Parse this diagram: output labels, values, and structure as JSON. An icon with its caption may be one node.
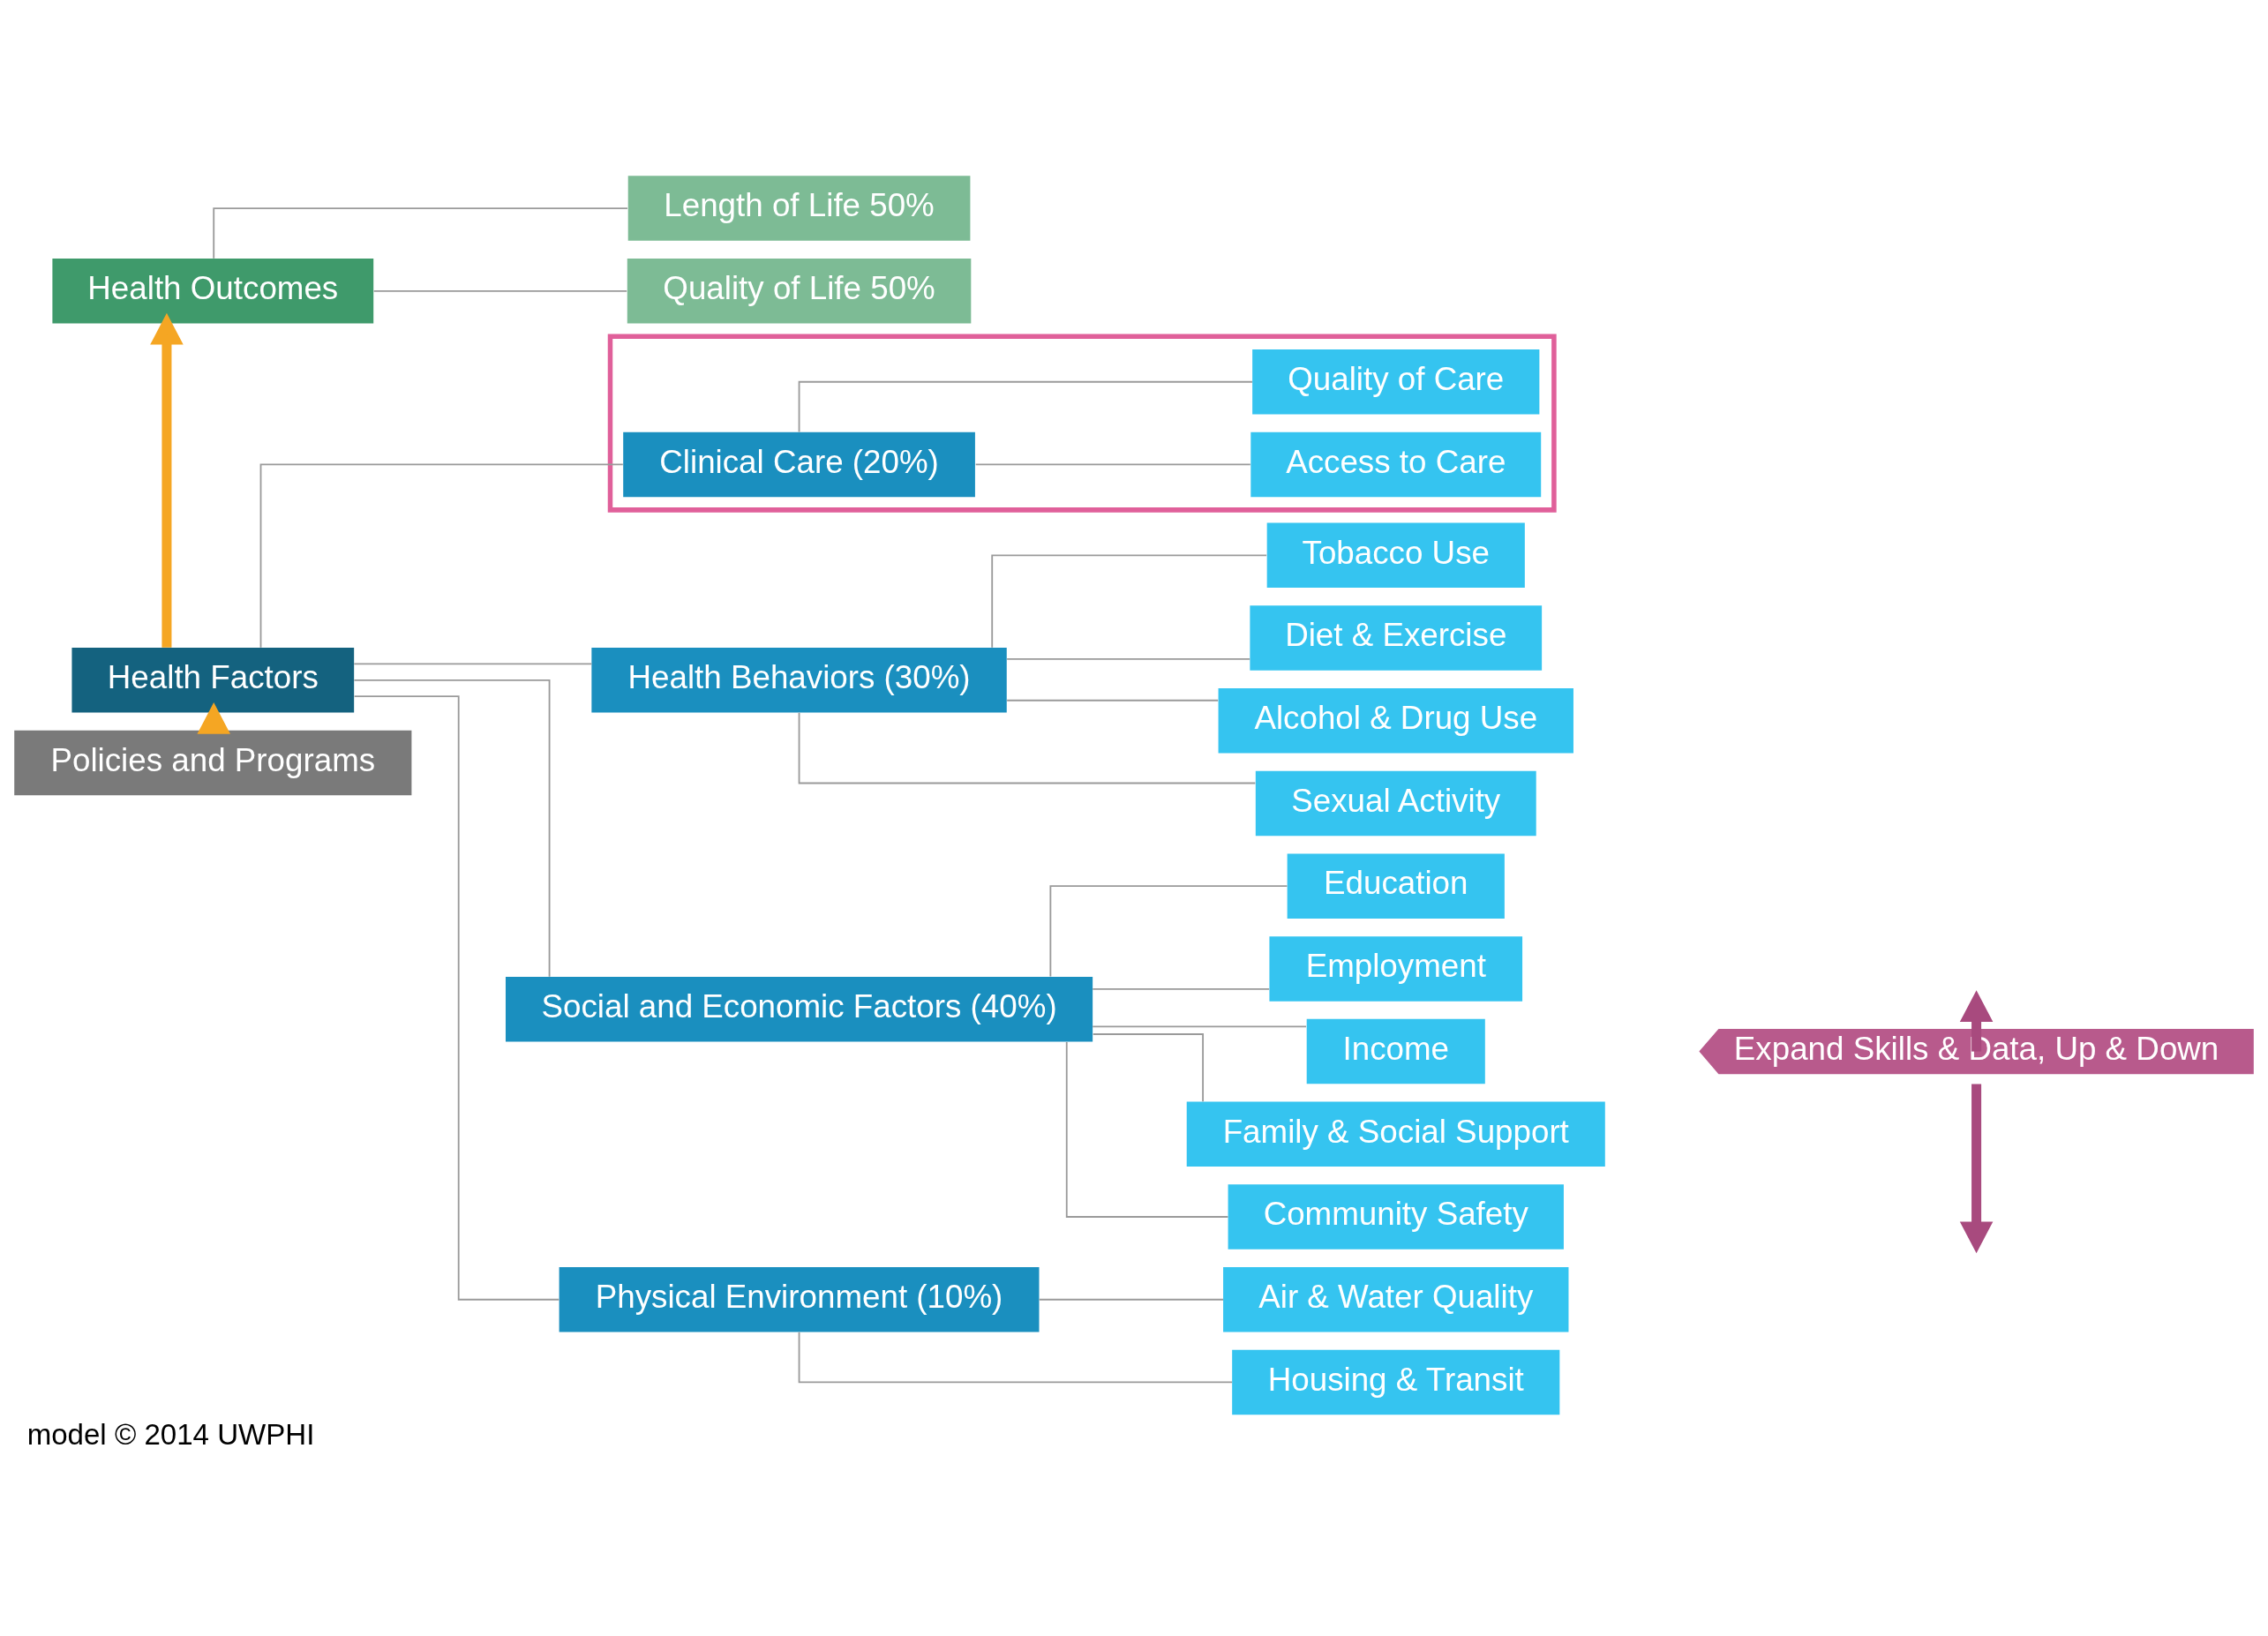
{
  "diagram": {
    "caption": "model © 2014 UWPHI",
    "nodes": [
      {
        "text": [
          "Health Outcomes"
        ]
      },
      {
        "text": [
          "Length of Life 50%"
        ]
      },
      {
        "text": [
          "Quality of Life 50%"
        ]
      },
      {
        "text": [
          "Health Behaviors (30%)"
        ]
      },
      {
        "text": [
          "Tobacco Use"
        ]
      },
      {
        "text": [
          "Diet & Exercise"
        ]
      },
      {
        "text": [
          "Alcohol & Drug Use"
        ]
      },
      {
        "text": [
          "Sexual Activity"
        ]
      },
      {
        "text": [],
        "shape": "box"
      },
      {
        "text": [
          "Clinical Care (20%)"
        ],
        "in": 8
      },
      {
        "text": [
          "Access to Care"
        ],
        "in": 8
      },
      {
        "text": [
          "Quality of Care"
        ],
        "in": 8
      },
      {
        "text": [
          "Health Factors"
        ]
      },
      {
        "text": [
          "Social and Economic Factors (40%)"
        ]
      },
      {
        "text": [
          "Education"
        ]
      },
      {
        "text": [
          "Employment"
        ]
      },
      {
        "text": [
          "Income"
        ]
      },
      {
        "text": [
          "Family & Social Support"
        ]
      },
      {
        "text": [
          "Community Safety"
        ]
      },
      {
        "text": [
          "Physical Environment (10%)"
        ]
      },
      {
        "text": [
          "Air & Water Quality"
        ]
      },
      {
        "text": [
          "Housing & Transit"
        ]
      },
      {
        "text": [
          "Policies and Programs"
        ]
      },
      {
        "text": [
          "Expand Skills & Data, Up & Down"
        ]
      }
    ],
    "edges": [
      {
        "from": 0,
        "to": 1,
        "arrow": "none"
      },
      {
        "from": 0,
        "to": 2,
        "arrow": "none"
      },
      {
        "from": 12,
        "to": 0,
        "arrow": "to",
        "style": "thick",
        "color": "#f5a623"
      },
      {
        "from": 12,
        "to": 3,
        "arrow": "none"
      },
      {
        "from": 12,
        "to": 9,
        "arrow": "none"
      },
      {
        "from": 12,
        "to": 13,
        "arrow": "none"
      },
      {
        "from": 12,
        "to": 19,
        "arrow": "none"
      },
      {
        "from": 3,
        "to": 4,
        "arrow": "none"
      },
      {
        "from": 3,
        "to": 5,
        "arrow": "none"
      },
      {
        "from": 3,
        "to": 6,
        "arrow": "none"
      },
      {
        "from": 3,
        "to": 7,
        "arrow": "none"
      },
      {
        "from": 9,
        "to": 10,
        "arrow": "none"
      },
      {
        "from": 9,
        "to": 11,
        "arrow": "none"
      },
      {
        "from": 13,
        "to": 14,
        "arrow": "none"
      },
      {
        "from": 13,
        "to": 15,
        "arrow": "none"
      },
      {
        "from": 13,
        "to": 16,
        "arrow": "none"
      },
      {
        "from": 13,
        "to": 17,
        "arrow": "none"
      },
      {
        "from": 13,
        "to": 18,
        "arrow": "none"
      },
      {
        "from": 19,
        "to": 20,
        "arrow": "none"
      },
      {
        "from": 19,
        "to": 21,
        "arrow": "none"
      },
      {
        "from": 22,
        "to": 12,
        "arrow": "to",
        "style": "thick",
        "color": "#f5a623"
      },
      {
        "from": 23,
        "to": null,
        "arrow": "to",
        "style": "thick",
        "color": "#a84a7e"
      },
      {
        "from": 23,
        "to": null,
        "arrow": "to",
        "style": "thick",
        "color": "#a84a7e"
      }
    ]
  }
}
